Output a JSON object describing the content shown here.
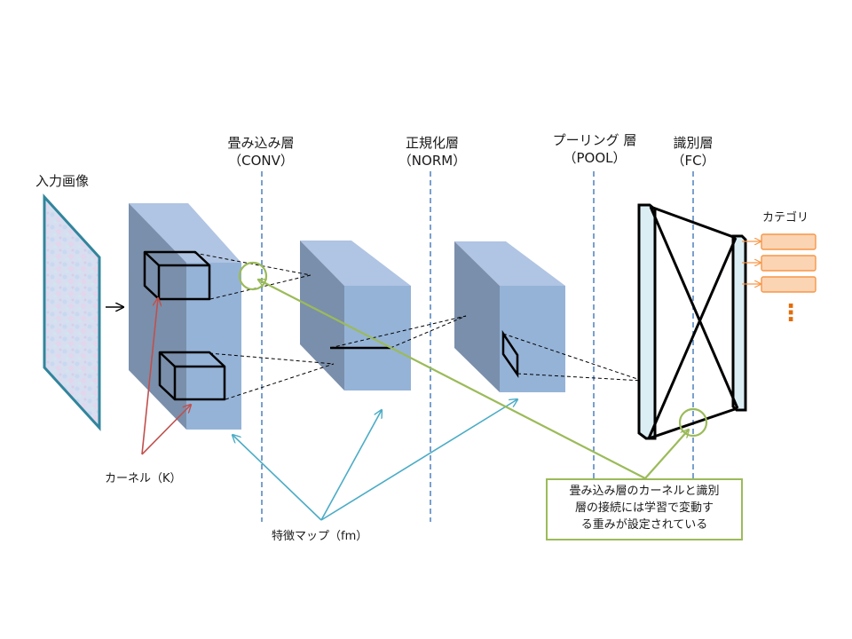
{
  "input_label": "入力画像",
  "layers": [
    {
      "name": "畳み込み層",
      "abbr": "（CONV）"
    },
    {
      "name": "正規化層",
      "abbr": "（NORM）"
    },
    {
      "name": "プーリング 層",
      "abbr": "（POOL）"
    },
    {
      "name": "識別層",
      "abbr": "（FC）"
    }
  ],
  "category_label": "カテゴリ",
  "category_dots": "⋮",
  "kernel_label": "カーネル（K）",
  "feature_map_label": "特徴マップ（fm）",
  "note_lines": [
    "畳み込み層のカーネルと識別",
    "層の接続には学習で変動す",
    "る重みが設定されている"
  ],
  "colors": {
    "box_front": "#95b3d7",
    "box_top": "#b0c4e3",
    "box_side": "#7a8fab",
    "divider": "#4f81bd",
    "kernel_arrow": "#c0504d",
    "fm_arrow": "#4bacc6",
    "highlight": "#9bbb59",
    "category_fill": "#fbd4b4",
    "category_arrow": "#f79646",
    "fc_fill": "#dbeef4",
    "input_border": "#31859c"
  }
}
